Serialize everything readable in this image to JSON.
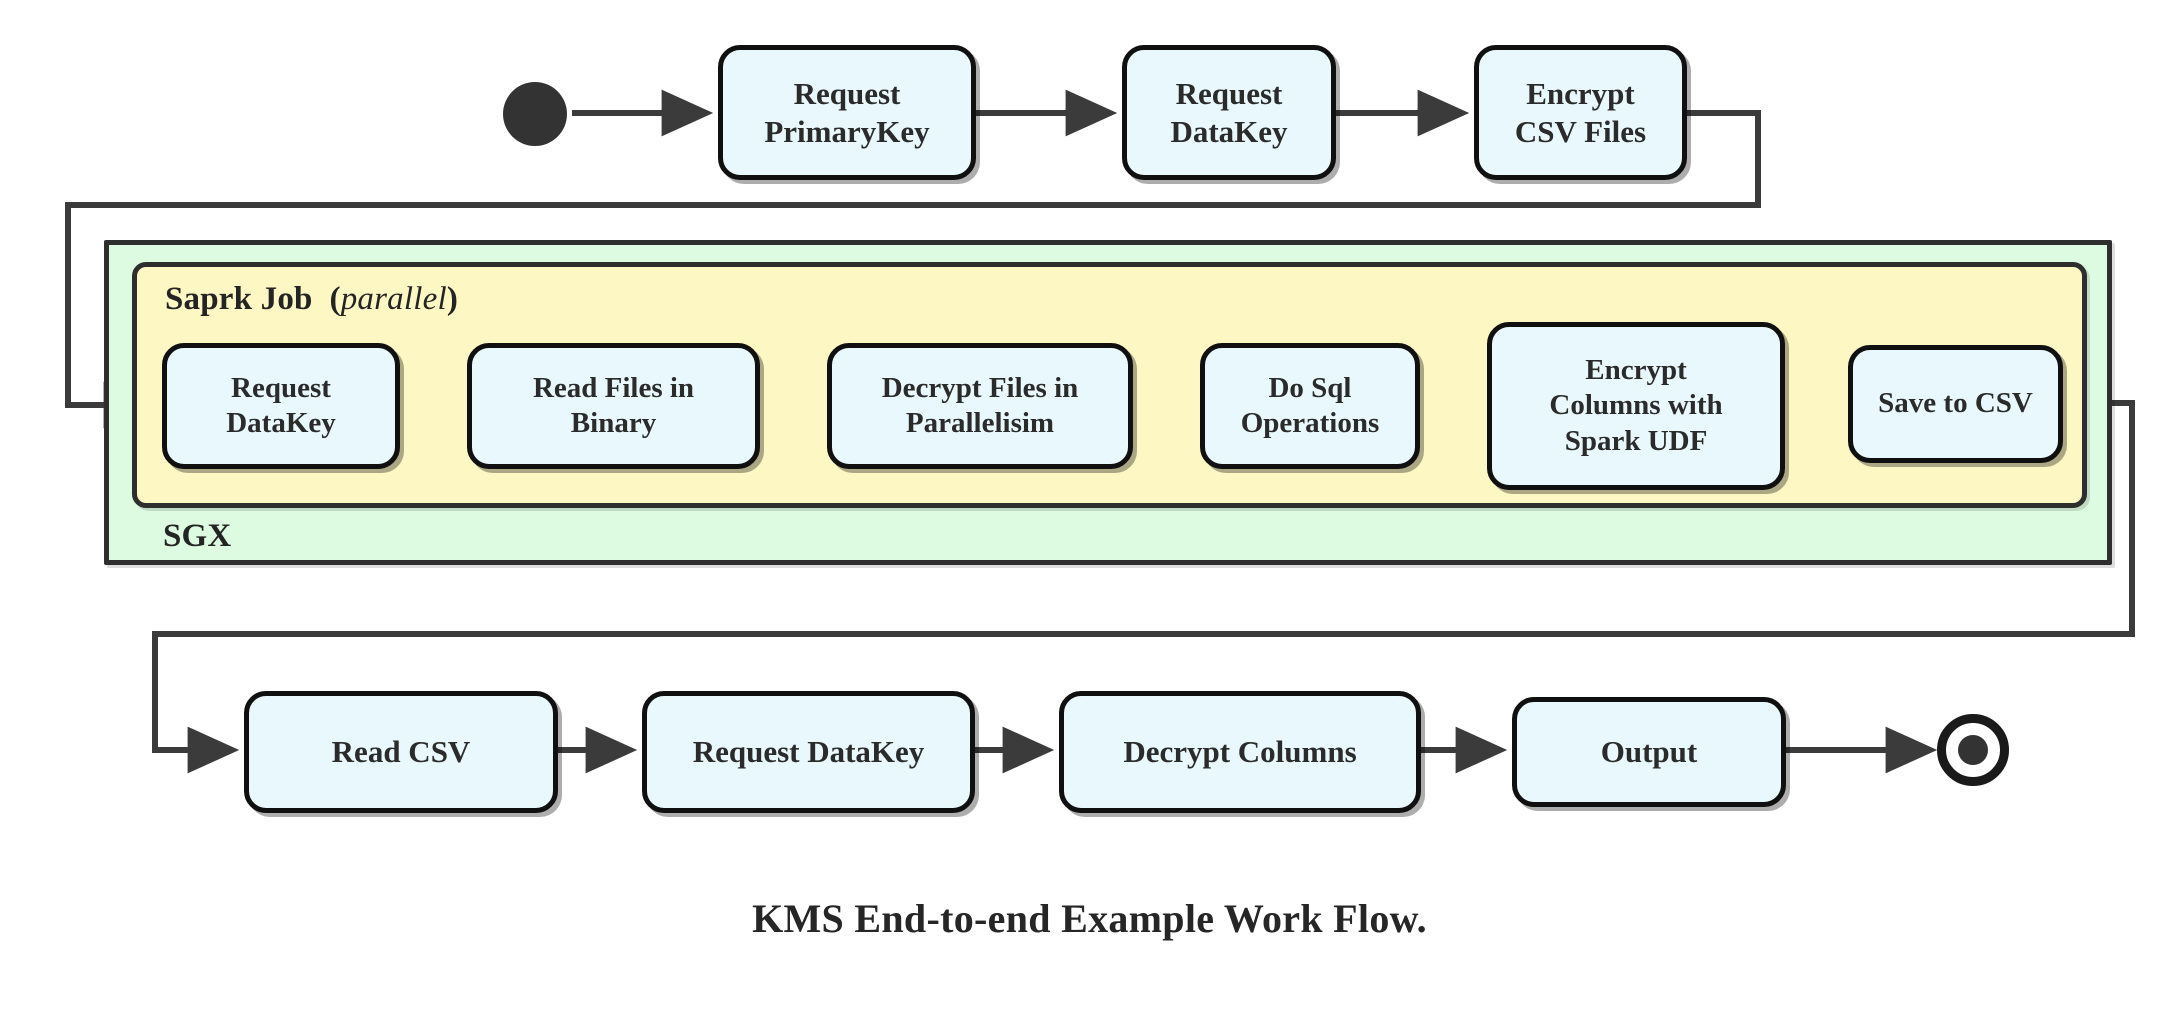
{
  "figure": {
    "caption": "KMS End-to-end Example Work Flow.",
    "colors": {
      "node_fill": "#e8f8fc",
      "node_stroke": "#101010",
      "sgx_fill": "#ddfbe0",
      "spark_fill": "#fdf7c3",
      "container_stroke": "#2e2e2e",
      "wire": "#3b3b3b",
      "text": "#2b2b2b",
      "background": "#ffffff"
    }
  },
  "containers": {
    "sgx": {
      "label": "SGX"
    },
    "spark": {
      "label_bold": "Saprk Job",
      "label_paren_open": "(",
      "label_italic": "parallel",
      "label_paren_close": ")"
    }
  },
  "markers": {
    "start": {
      "name": "start-node"
    },
    "end": {
      "name": "end-node"
    }
  },
  "rows": {
    "top": {
      "nodes": [
        {
          "id": "request-primarykey",
          "lines": [
            "Request",
            "PrimaryKey"
          ]
        },
        {
          "id": "request-datakey-top",
          "lines": [
            "Request",
            "DataKey"
          ]
        },
        {
          "id": "encrypt-csv-files",
          "lines": [
            "Encrypt",
            "CSV Files"
          ]
        }
      ]
    },
    "spark": {
      "nodes": [
        {
          "id": "request-datakey-spark",
          "lines": [
            "Request",
            "DataKey"
          ]
        },
        {
          "id": "read-files-in-binary",
          "lines": [
            "Read Files in",
            "Binary"
          ]
        },
        {
          "id": "decrypt-files-in-parallelisim",
          "lines": [
            "Decrypt Files in",
            "Parallelisim"
          ]
        },
        {
          "id": "do-sql-operations",
          "lines": [
            "Do Sql",
            "Operations"
          ]
        },
        {
          "id": "encrypt-columns-with-spark-udf",
          "lines": [
            "Encrypt",
            "Columns with",
            "Spark UDF"
          ]
        },
        {
          "id": "save-to-csv",
          "lines": [
            "Save to CSV"
          ]
        }
      ]
    },
    "bottom": {
      "nodes": [
        {
          "id": "read-csv",
          "lines": [
            "Read CSV"
          ]
        },
        {
          "id": "request-datakey-bottom",
          "lines": [
            "Request DataKey"
          ]
        },
        {
          "id": "decrypt-columns",
          "lines": [
            "Decrypt Columns"
          ]
        },
        {
          "id": "output",
          "lines": [
            "Output"
          ]
        }
      ]
    }
  },
  "flow_order": [
    "start",
    "Request PrimaryKey",
    "Request DataKey",
    "Encrypt CSV Files",
    "Request DataKey",
    "Read Files in Binary",
    "Decrypt Files in Parallelisim",
    "Do Sql Operations",
    "Encrypt Columns with Spark UDF",
    "Save to CSV",
    "Read CSV",
    "Request DataKey",
    "Decrypt Columns",
    "Output",
    "end"
  ]
}
